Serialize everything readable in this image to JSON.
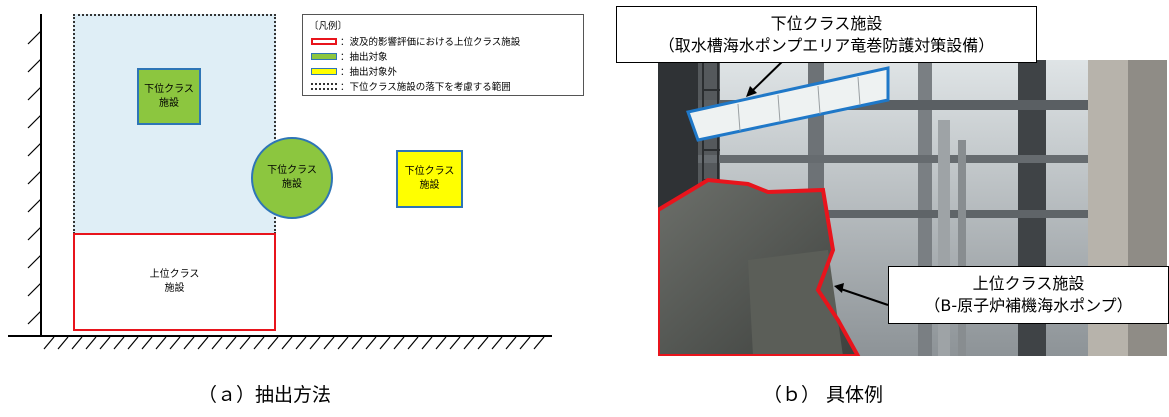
{
  "panel_a": {
    "upper_box_label": "上位クラス\n施設",
    "lower_box_green_square_label": "下位クラス\n施設",
    "lower_box_green_circle_label": "下位クラス\n施設",
    "lower_box_yellow_label": "下位クラス\n施設",
    "legend": {
      "title": "〔凡例〕",
      "items": [
        {
          "text": "：波及的影響評価における上位クラス施設",
          "swatch_fill": "#ffffff",
          "swatch_border": "#e8141c"
        },
        {
          "text": "：抽出対象",
          "swatch_fill": "#8cc63f",
          "swatch_border": "#2e75b6"
        },
        {
          "text": "：抽出対象外",
          "swatch_fill": "#ffff00",
          "swatch_border": "#2e75b6"
        },
        {
          "text": "：下位クラス施設の落下を考慮する範囲",
          "swatch_fill": "#ffffff",
          "swatch_border": "#333333"
        }
      ]
    },
    "caption": "（ａ）抽出方法"
  },
  "panel_b": {
    "callout_top": "下位クラス施設\n（取水槽海水ポンプエリア竜巻防護対策設備）",
    "callout_bottom": "上位クラス施設\n（B-原子炉補機海水ポンプ）",
    "caption": "（ｂ） 具体例"
  },
  "colors": {
    "upper_class": "#e8141c",
    "extraction_target": "#8cc63f",
    "non_target": "#ffff00",
    "outline_blue": "#2e75b6",
    "fall_zone": "#dfeef6"
  }
}
